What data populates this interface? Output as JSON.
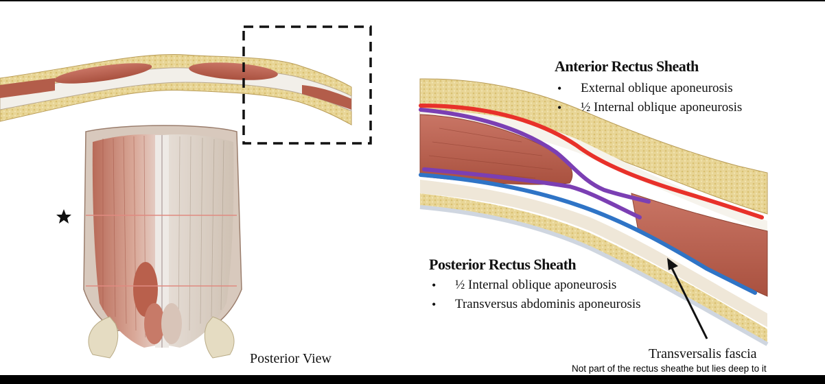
{
  "anterior": {
    "heading": "Anterior Rectus Sheath",
    "items": [
      "External oblique aponeurosis",
      "½ Internal oblique aponeurosis"
    ]
  },
  "posterior": {
    "heading": "Posterior Rectus Sheath",
    "items": [
      "½ Internal oblique aponeurosis",
      "Transversus abdominis  aponeurosis"
    ]
  },
  "view_label": "Posterior View",
  "fascia": {
    "label": "Transversalis fascia",
    "note": "Not part of the rectus sheathe but lies deep to it"
  },
  "layer_colors": {
    "anterior_line": "#e8312a",
    "internal_oblique_line": "#7b3fb3",
    "posterior_line": "#2f74c6"
  }
}
